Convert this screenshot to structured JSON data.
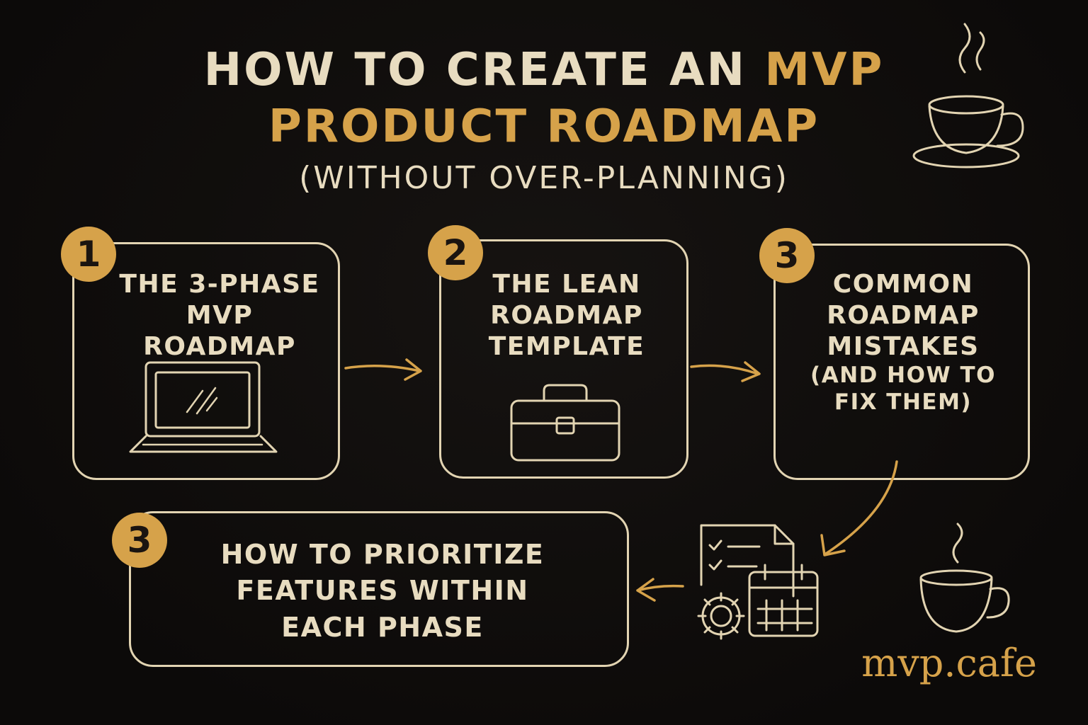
{
  "title": {
    "line1_plain": "HOW TO CREATE AN",
    "line1_accent": "MVP",
    "line2": "PRODUCT ROADMAP",
    "subtitle": "(WITHOUT OVER-PLANNING)"
  },
  "steps": [
    {
      "number": "1",
      "lines": [
        "THE 3-PHASE",
        "MVP ROADMAP"
      ],
      "icon": "laptop-icon"
    },
    {
      "number": "2",
      "lines": [
        "THE LEAN",
        "ROADMAP",
        "TEMPLATE"
      ],
      "icon": "toolbox-icon"
    },
    {
      "number": "3",
      "lines": [
        "COMMON",
        "ROADMAP",
        "MISTAKES",
        "(AND HOW TO",
        "FIX THEM)"
      ]
    },
    {
      "number": "3",
      "lines": [
        "HOW TO PRIORITIZE",
        "FEATURES WITHIN",
        "EACH PHASE"
      ]
    }
  ],
  "icons": [
    "coffee-cup-icon",
    "laptop-icon",
    "toolbox-icon",
    "checklist-calendar-gear-icon",
    "coffee-cup-icon"
  ],
  "brand": "mvp.cafe",
  "colors": {
    "background": "#0e0c0b",
    "chalk": "#e8dcc0",
    "accent": "#d6a24a"
  }
}
